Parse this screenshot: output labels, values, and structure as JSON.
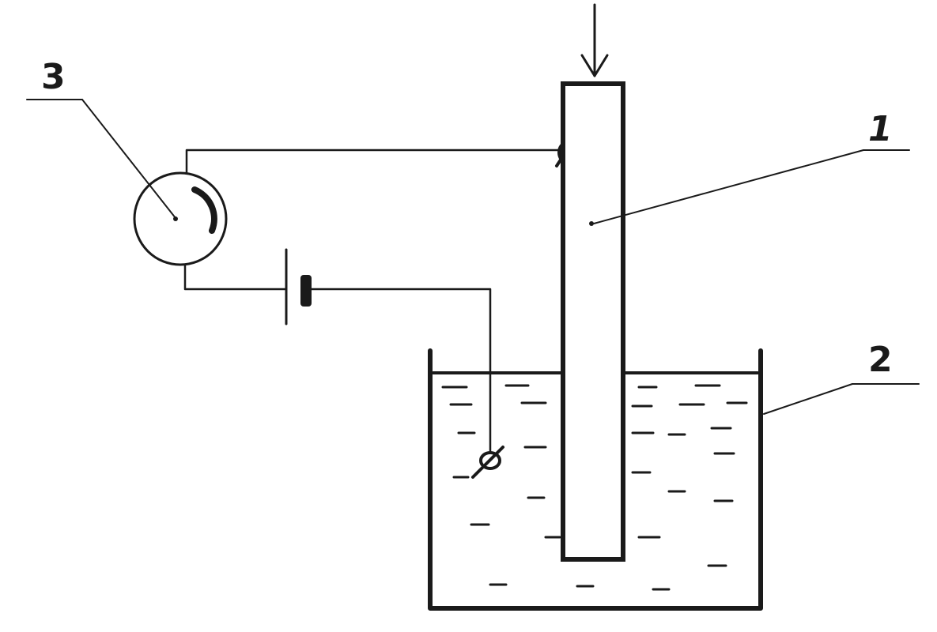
{
  "labels": {
    "rod": "1",
    "vessel": "2",
    "meter": "3"
  },
  "icons": {
    "gauge": "ammeter-dial-icon",
    "battery": "battery-cell-icon",
    "arrow": "down-arrow-icon"
  },
  "colors": {
    "ink": "#1a1a1a",
    "background": "#ffffff"
  }
}
